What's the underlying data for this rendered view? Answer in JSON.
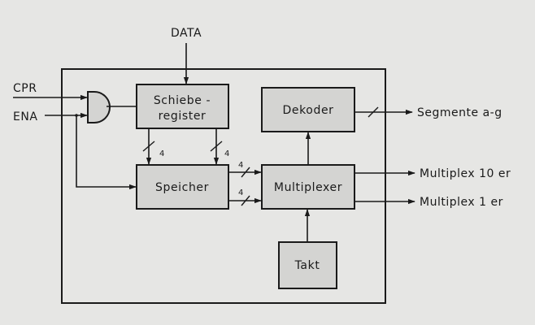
{
  "inputs": {
    "data": "DATA",
    "cpr": "CPR",
    "ena": "ENA"
  },
  "blocks": {
    "shift_register": {
      "line1": "Schiebe -",
      "line2": "register"
    },
    "decoder": "Dekoder",
    "memory": "Speicher",
    "multiplexer": "Multiplexer",
    "clock": "Takt"
  },
  "outputs": {
    "segments": "Segmente a-g",
    "multiplex_10": "Multiplex 10 er",
    "multiplex_1": "Multiplex 1 er"
  },
  "bus_widths": {
    "sr_to_mem_left": "4",
    "sr_to_mem_right": "4",
    "mem_to_mux_top": "4",
    "mem_to_mux_bottom": "4"
  }
}
